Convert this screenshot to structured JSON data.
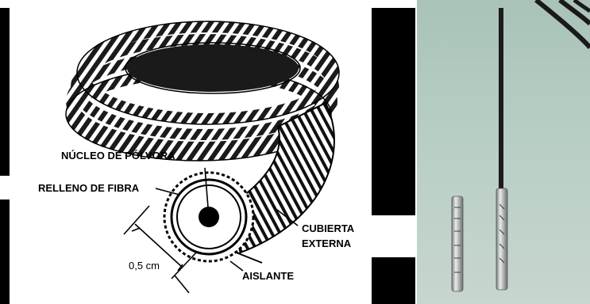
{
  "labels": {
    "powder_core": "NÚCLEO DE PÓLVORA",
    "fiber_fill": "RELLENO DE FIBRA",
    "outer_cover_line1": "CUBIERTA",
    "outer_cover_line2": "EXTERNA",
    "insulator": "AISLANTE",
    "dimension": "0,5 cm"
  },
  "colors": {
    "photo_background": "#b9cfc6",
    "cord": "#1a1a1a",
    "cap_metal": "#c9cccc"
  }
}
